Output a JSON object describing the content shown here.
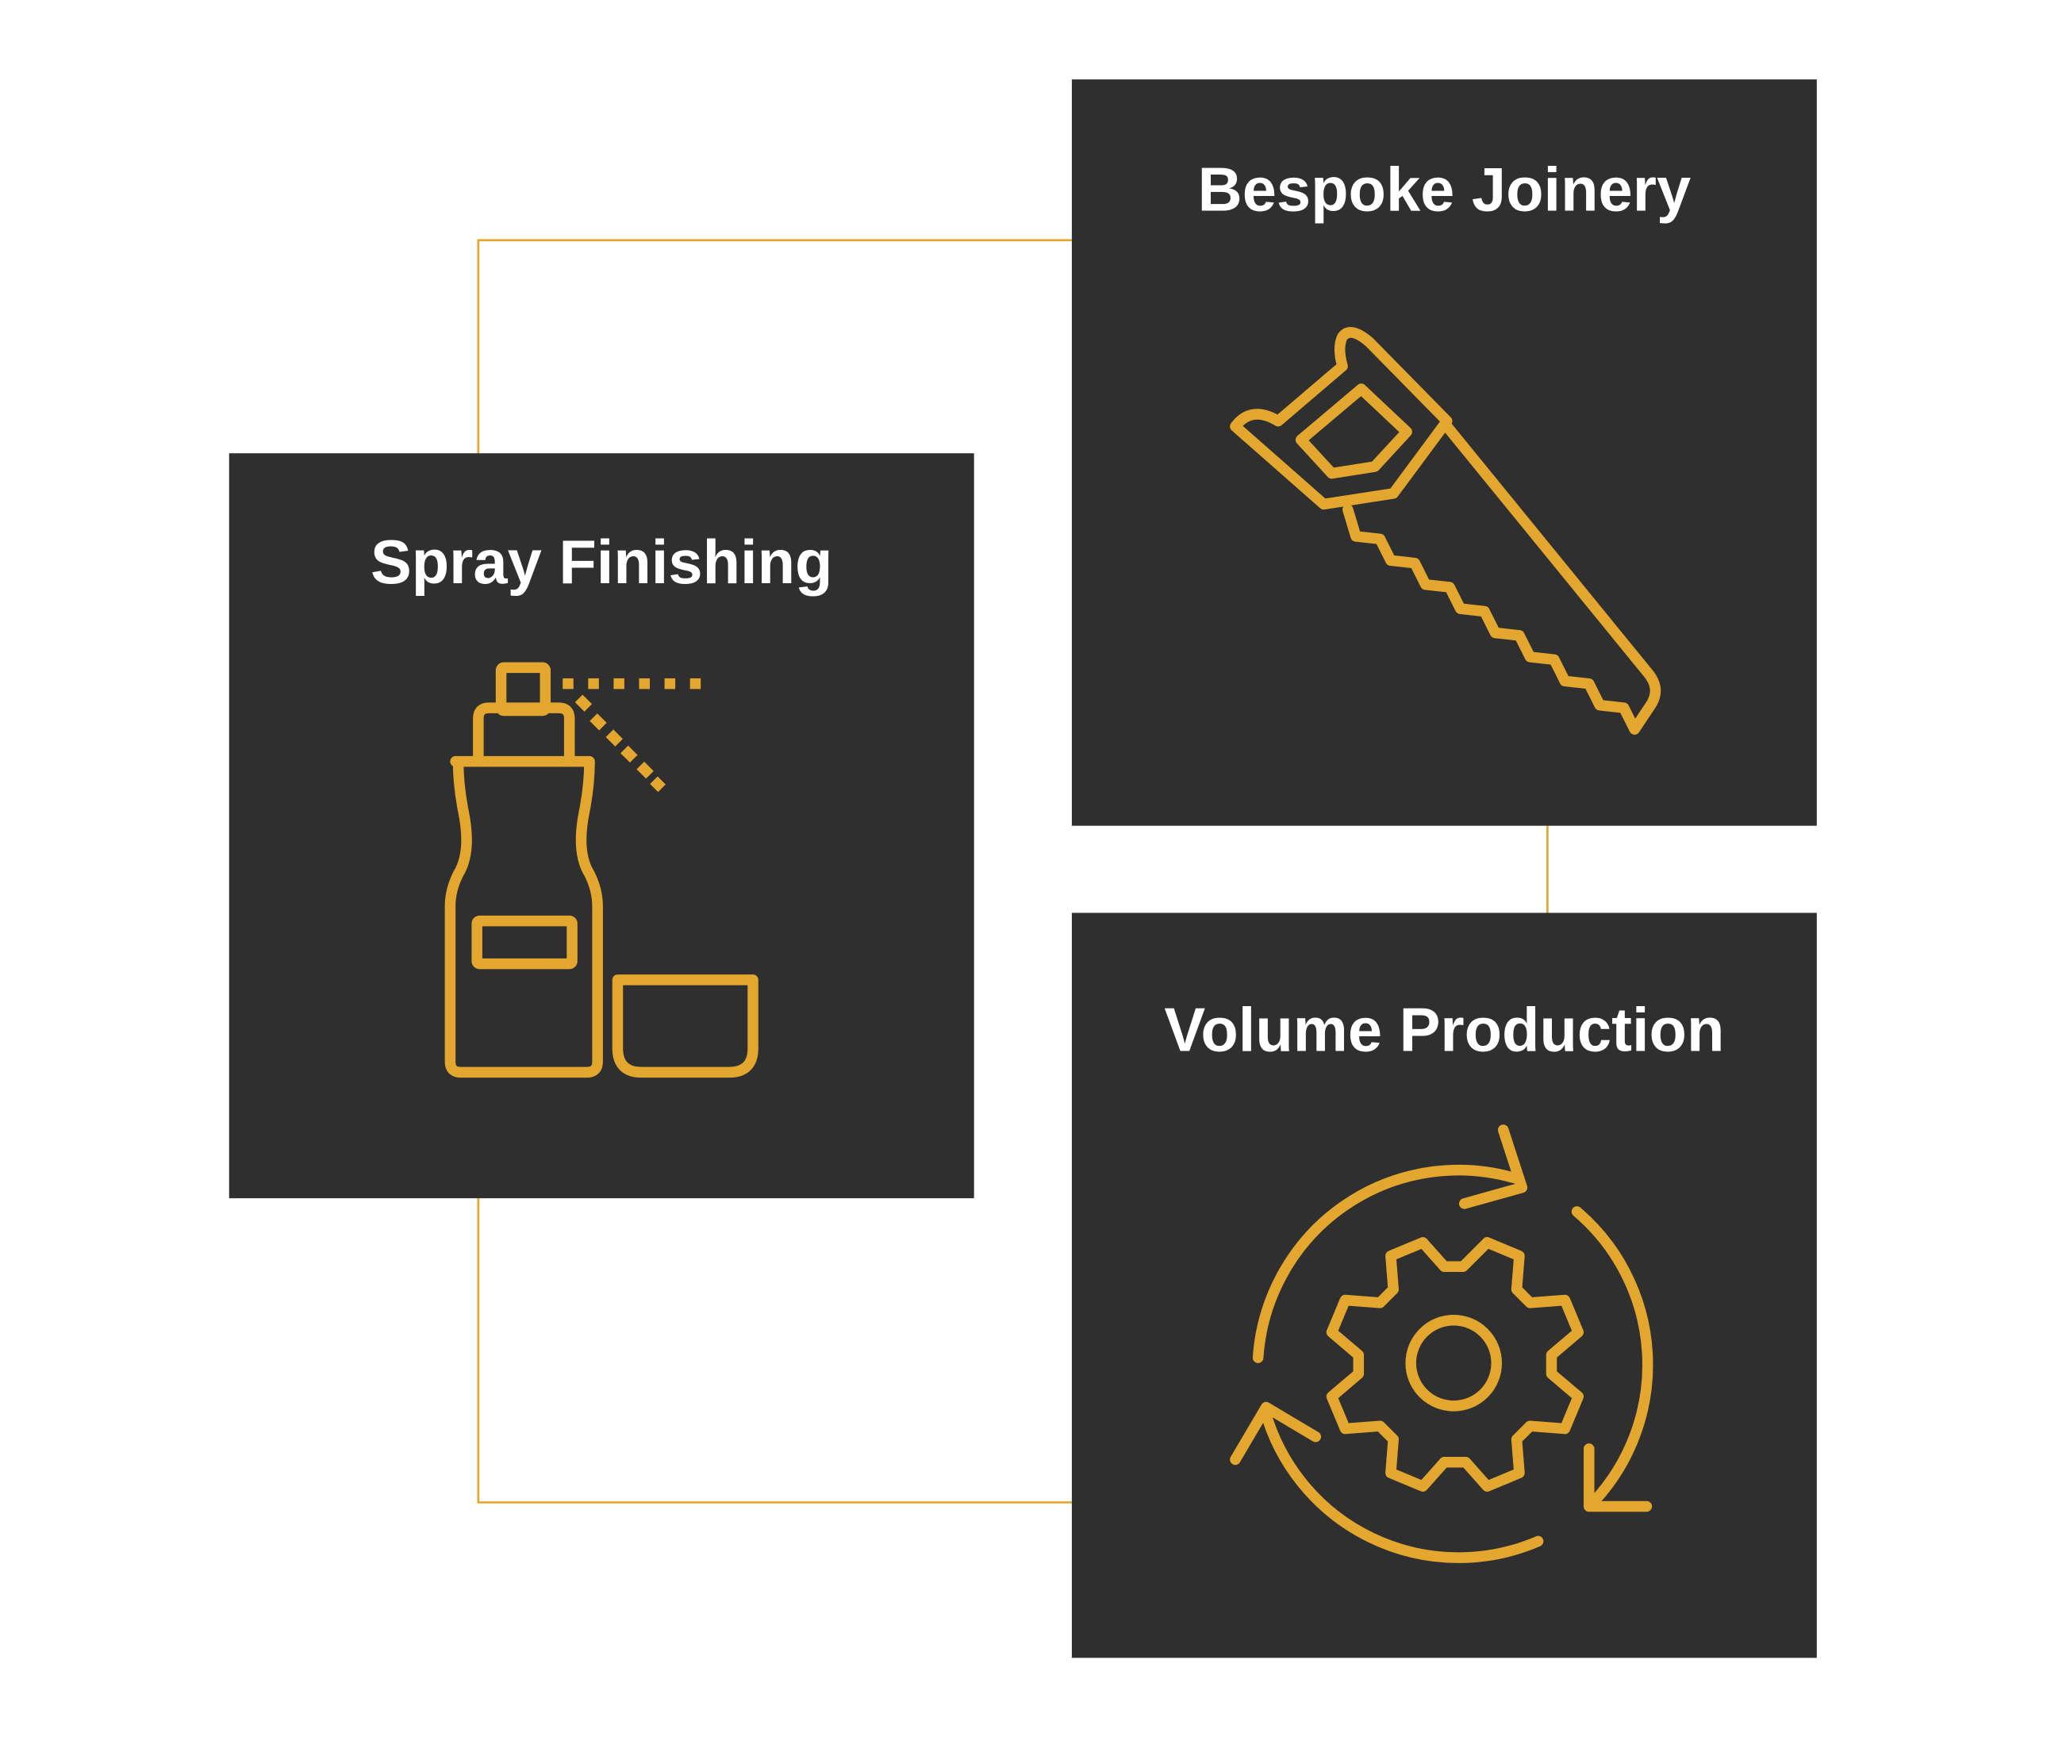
{
  "colors": {
    "card": "#2f2f2f",
    "accent": "#e3a72f",
    "title": "#ffffff"
  },
  "cards": [
    {
      "title": "Spray Finishing",
      "icon": "spray-bottle-icon"
    },
    {
      "title": "Bespoke Joinery",
      "icon": "hand-saw-icon"
    },
    {
      "title": "Volume Production",
      "icon": "gear-cycle-icon"
    }
  ]
}
